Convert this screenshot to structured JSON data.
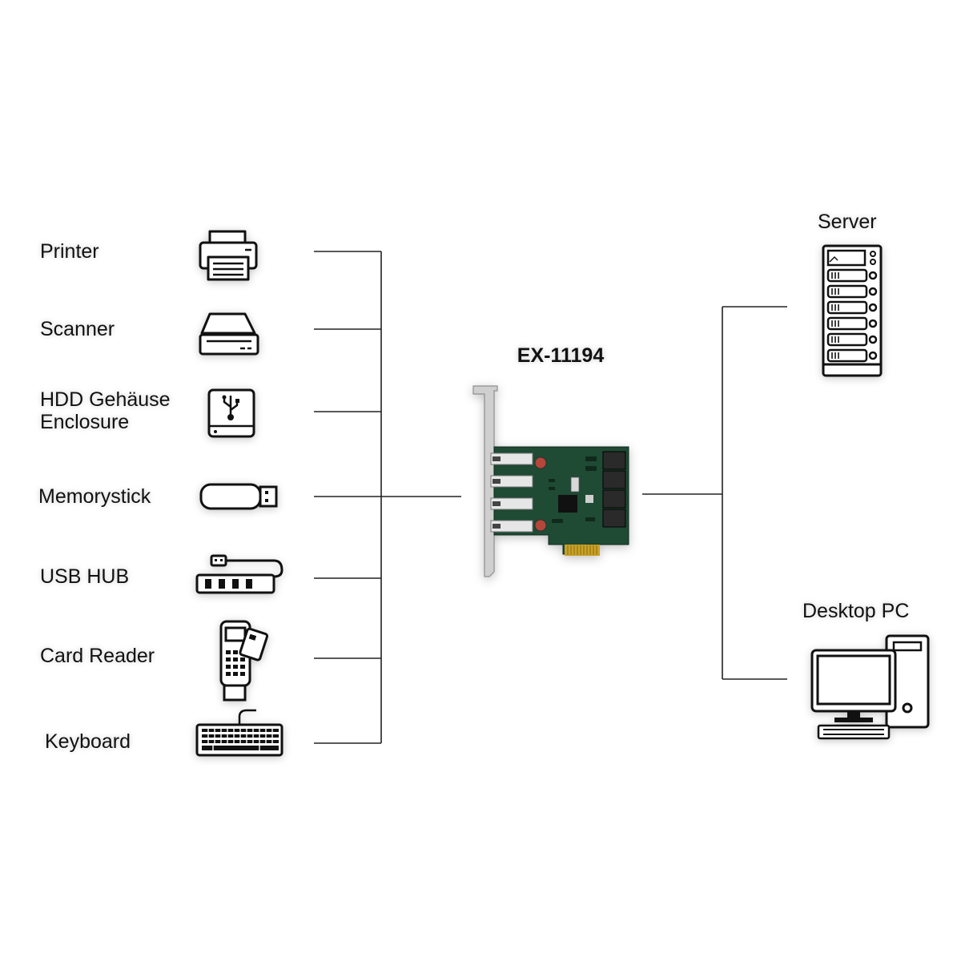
{
  "diagram": {
    "title": "EX-11194",
    "devices": [
      {
        "id": "printer",
        "label": "Printer",
        "icon": "printer-icon"
      },
      {
        "id": "scanner",
        "label": "Scanner",
        "icon": "scanner-icon"
      },
      {
        "id": "hdd",
        "label_line1": "HDD Gehäuse",
        "label_line2": "Enclosure",
        "icon": "hdd-enclosure-icon"
      },
      {
        "id": "memorystick",
        "label": "Memorystick",
        "icon": "usb-stick-icon"
      },
      {
        "id": "usb-hub",
        "label": "USB HUB",
        "icon": "usb-hub-icon"
      },
      {
        "id": "card-reader",
        "label": "Card Reader",
        "icon": "card-reader-icon"
      },
      {
        "id": "keyboard",
        "label": "Keyboard",
        "icon": "keyboard-icon"
      }
    ],
    "hosts": [
      {
        "id": "server",
        "label": "Server",
        "icon": "server-icon"
      },
      {
        "id": "desktop",
        "label": "Desktop PC",
        "icon": "desktop-pc-icon"
      }
    ],
    "card_icon": "pcie-usb-card-image",
    "colors": {
      "line": "#222222",
      "pcb": "#1f4a34",
      "bracket": "#c8c8c8"
    }
  }
}
